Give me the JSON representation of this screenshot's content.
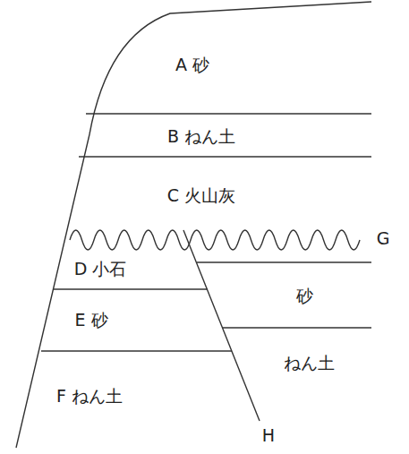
{
  "diagram": {
    "labels": [
      "A 砂",
      "B ねん土",
      "C 火山灰",
      "D 小石",
      "E 砂",
      "F ねん土",
      "砂",
      "ねん土",
      "G",
      "H"
    ]
  }
}
